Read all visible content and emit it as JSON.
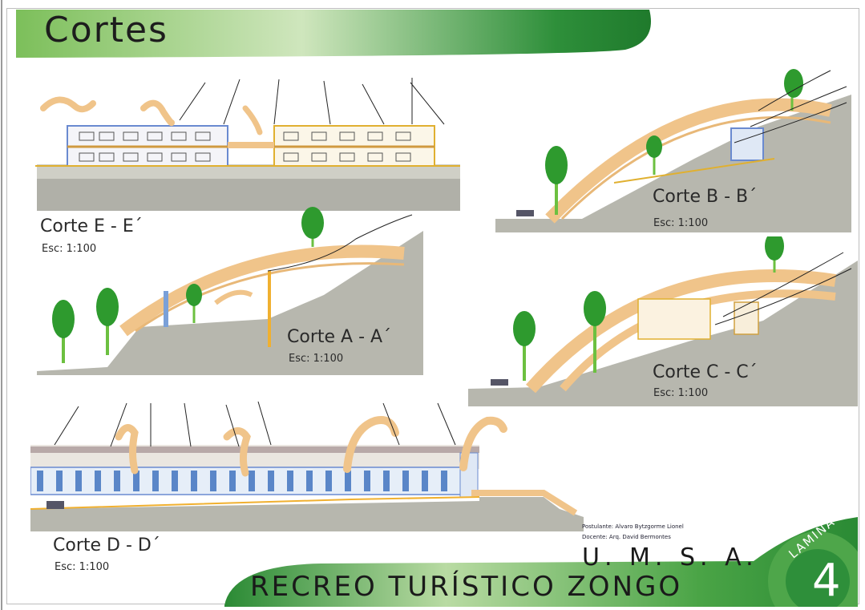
{
  "header": {
    "title": "Cortes"
  },
  "sections": [
    {
      "name": "Corte E - E´",
      "scale": "Esc: 1:100"
    },
    {
      "name": "Corte B - B´",
      "scale": "Esc: 1:100"
    },
    {
      "name": "Corte A - A´",
      "scale": "Esc: 1:100"
    },
    {
      "name": "Corte C - C´",
      "scale": "Esc: 1:100"
    },
    {
      "name": "Corte D - D´",
      "scale": "Esc: 1:100"
    }
  ],
  "footer": {
    "credits_student": "Postulante: Alvaro Bytzgorme Lionel",
    "credits_teacher": "Docente: Arq. David Bermontes",
    "university": "U. M. S. A.",
    "project": "RECREO TURÍSTICO ZONGO",
    "sheet_label": "LAMINA",
    "sheet_number": "4"
  },
  "colors": {
    "band_green": "#3c9a3c",
    "ground_gray": "#a8a8a0",
    "structure_orange": "#f0c48a",
    "tree_green": "#2e9a2e"
  }
}
